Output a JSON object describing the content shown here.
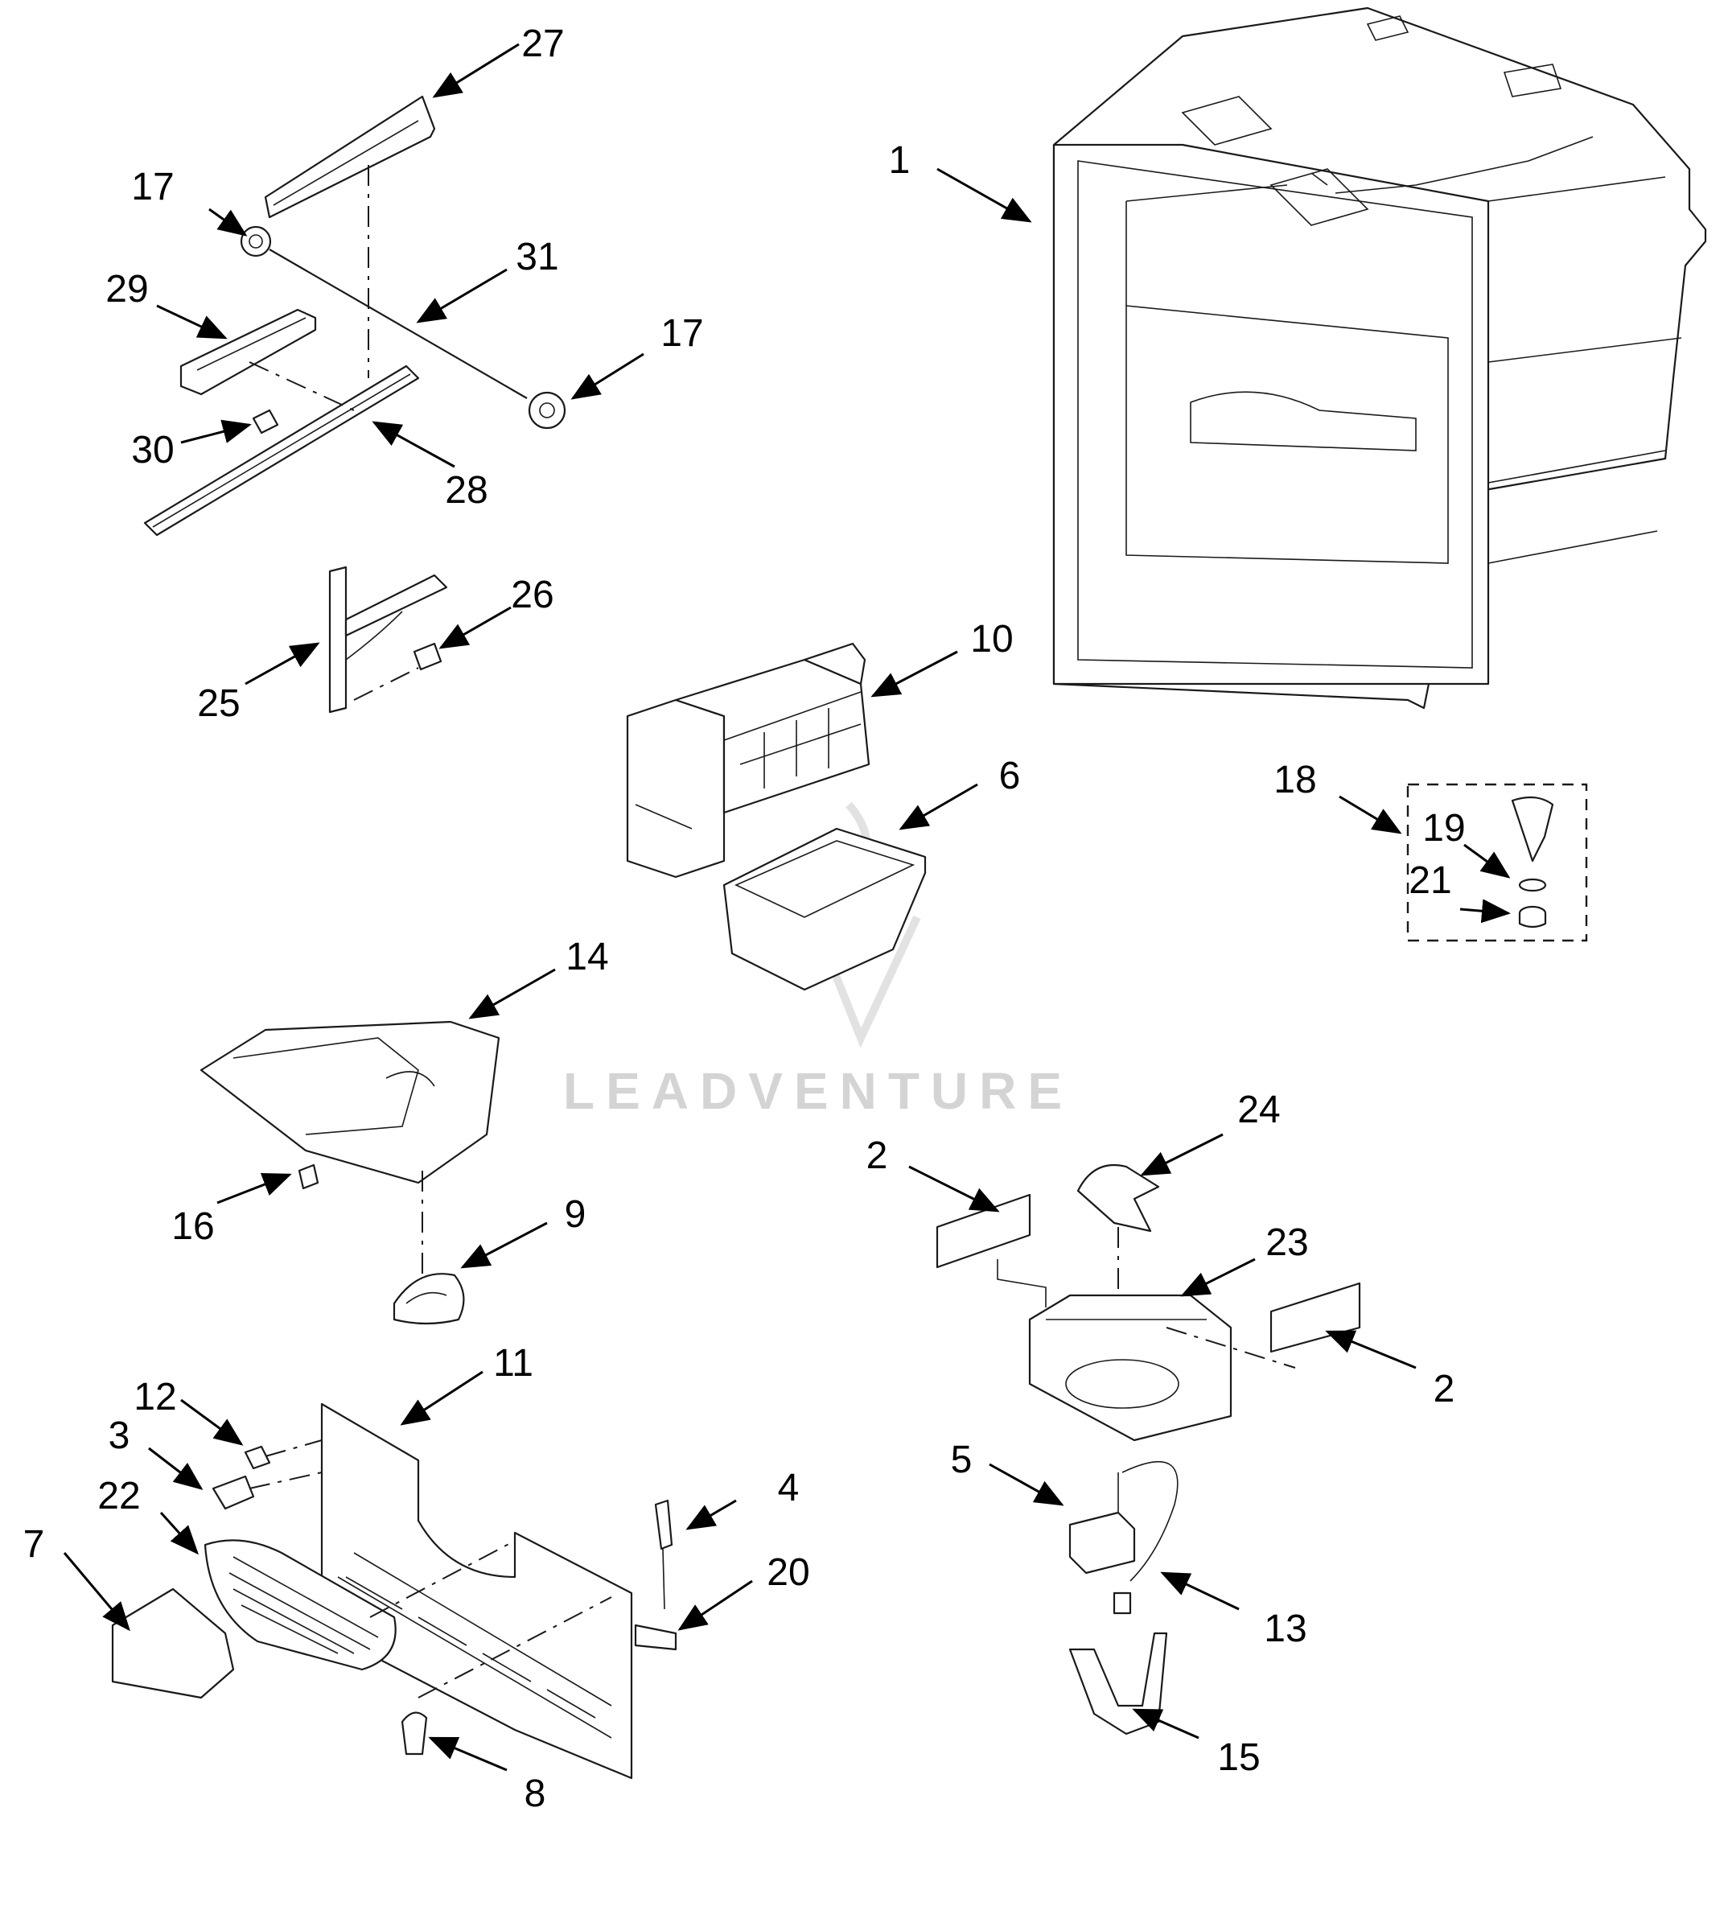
{
  "watermark": {
    "text": "LEADVENTURE"
  },
  "callouts": [
    {
      "id": "c1",
      "label": "1"
    },
    {
      "id": "c2a",
      "label": "2"
    },
    {
      "id": "c2b",
      "label": "2"
    },
    {
      "id": "c3",
      "label": "3"
    },
    {
      "id": "c4",
      "label": "4"
    },
    {
      "id": "c5",
      "label": "5"
    },
    {
      "id": "c6",
      "label": "6"
    },
    {
      "id": "c7",
      "label": "7"
    },
    {
      "id": "c8",
      "label": "8"
    },
    {
      "id": "c9",
      "label": "9"
    },
    {
      "id": "c10",
      "label": "10"
    },
    {
      "id": "c11",
      "label": "11"
    },
    {
      "id": "c12",
      "label": "12"
    },
    {
      "id": "c13",
      "label": "13"
    },
    {
      "id": "c14",
      "label": "14"
    },
    {
      "id": "c15",
      "label": "15"
    },
    {
      "id": "c16",
      "label": "16"
    },
    {
      "id": "c17a",
      "label": "17"
    },
    {
      "id": "c17b",
      "label": "17"
    },
    {
      "id": "c18",
      "label": "18"
    },
    {
      "id": "c19",
      "label": "19"
    },
    {
      "id": "c20",
      "label": "20"
    },
    {
      "id": "c21",
      "label": "21"
    },
    {
      "id": "c22",
      "label": "22"
    },
    {
      "id": "c23",
      "label": "23"
    },
    {
      "id": "c24",
      "label": "24"
    },
    {
      "id": "c25",
      "label": "25"
    },
    {
      "id": "c26",
      "label": "26"
    },
    {
      "id": "c27",
      "label": "27"
    },
    {
      "id": "c28",
      "label": "28"
    },
    {
      "id": "c29",
      "label": "29"
    },
    {
      "id": "c30",
      "label": "30"
    },
    {
      "id": "c31",
      "label": "31"
    }
  ]
}
